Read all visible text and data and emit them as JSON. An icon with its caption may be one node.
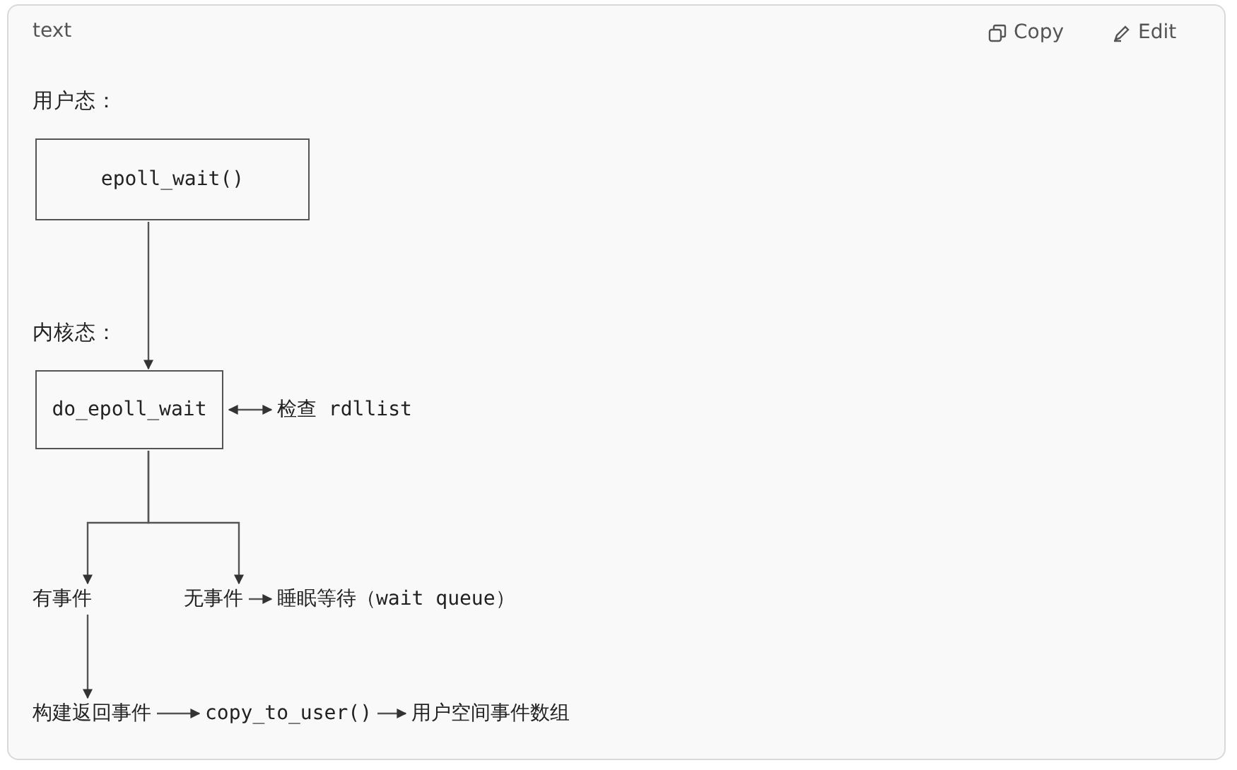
{
  "diagram": {
    "nodes": [
      {
        "text": [
          "epoll_wait()"
        ]
      },
      {
        "text": [
          "do_epoll_wait"
        ]
      },
      {
        "text": [
          "检查 rdllist"
        ]
      },
      {
        "text": [
          "有事件"
        ]
      },
      {
        "text": [
          "无事件"
        ]
      },
      {
        "text": [
          "睡眠等待（wait queue）"
        ]
      },
      {
        "text": [
          "构建返回事件"
        ]
      },
      {
        "text": [
          "copy_to_user()"
        ]
      },
      {
        "text": [
          "用户空间事件数组"
        ]
      }
    ],
    "edges": [
      {
        "from": 0,
        "to": 1,
        "arrow": "to"
      },
      {
        "from": 1,
        "to": 2,
        "arrow": "both"
      },
      {
        "from": 1,
        "to": 3,
        "arrow": "to"
      },
      {
        "from": 1,
        "to": 4,
        "arrow": "to"
      },
      {
        "from": 4,
        "to": 5,
        "arrow": "to"
      },
      {
        "from": 3,
        "to": 6,
        "arrow": "to"
      },
      {
        "from": 6,
        "to": 7,
        "arrow": "to"
      },
      {
        "from": 7,
        "to": 8,
        "arrow": "to"
      }
    ],
    "labels": [
      "text",
      "Copy",
      "Edit",
      "用户态：",
      "内核态："
    ]
  }
}
